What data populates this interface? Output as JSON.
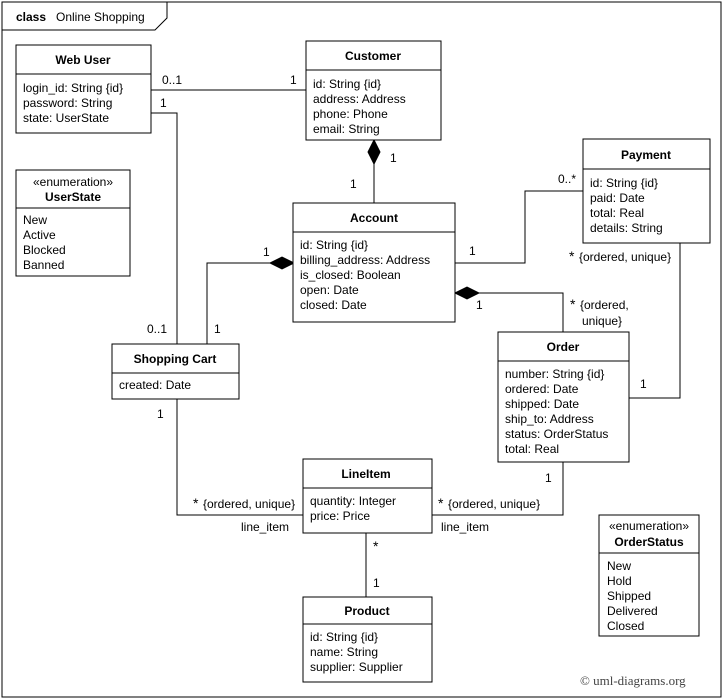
{
  "frame": {
    "keyword": "class",
    "name": "Online Shopping"
  },
  "classes": {
    "web_user": {
      "name": "Web User",
      "attributes": [
        "login_id: String {id}",
        "password: String",
        "state: UserState"
      ]
    },
    "customer": {
      "name": "Customer",
      "attributes": [
        "id: String {id}",
        "address: Address",
        "phone: Phone",
        "email: String"
      ]
    },
    "user_state": {
      "stereotype": "«enumeration»",
      "name": "UserState",
      "literals": [
        "New",
        "Active",
        "Blocked",
        "Banned"
      ]
    },
    "payment": {
      "name": "Payment",
      "attributes": [
        "id: String {id}",
        "paid: Date",
        "total: Real",
        "details: String"
      ]
    },
    "account": {
      "name": "Account",
      "attributes": [
        "id: String {id}",
        "billing_address: Address",
        "is_closed: Boolean",
        "open: Date",
        "closed: Date"
      ]
    },
    "shopping_cart": {
      "name": "Shopping Cart",
      "attributes": [
        "created: Date"
      ]
    },
    "order": {
      "name": "Order",
      "attributes": [
        "number: String {id}",
        "ordered: Date",
        "shipped: Date",
        "ship_to: Address",
        "status: OrderStatus",
        "total: Real"
      ]
    },
    "line_item": {
      "name": "LineItem",
      "attributes": [
        "quantity: Integer",
        "price: Price"
      ]
    },
    "product": {
      "name": "Product",
      "attributes": [
        "id: String {id}",
        "name: String",
        "supplier: Supplier"
      ]
    },
    "order_status": {
      "stereotype": "«enumeration»",
      "name": "OrderStatus",
      "literals": [
        "New",
        "Hold",
        "Shipped",
        "Delivered",
        "Closed"
      ]
    }
  },
  "labels": {
    "webuser_customer_webuser_end": "0..1",
    "webuser_customer_customer_end": "1",
    "webuser_cart_webuser_end": "1",
    "webuser_cart_cart_end": "0..1",
    "customer_account_customer_end": "1",
    "customer_account_account_end": "1",
    "account_cart_account_end": "1",
    "account_cart_cart_end": "1",
    "account_payment_account_end": "1",
    "account_payment_payment_end": "0..*",
    "account_order_account_end": "1",
    "account_order_order_end_star": "*",
    "account_order_order_end_line1": "{ordered,",
    "account_order_order_end_line2": "unique}",
    "payment_order_payment_end_star": "*",
    "payment_order_payment_end_text": "{ordered, unique}",
    "payment_order_order_end": "1",
    "cart_lineitem_cart_end": "1",
    "cart_lineitem_lineitem_end_star": "*",
    "cart_lineitem_lineitem_end_text": "{ordered, unique}",
    "cart_lineitem_role": "line_item",
    "order_lineitem_order_end": "1",
    "order_lineitem_lineitem_end_star": "*",
    "order_lineitem_lineitem_end_text": "{ordered, unique}",
    "order_lineitem_role": "line_item",
    "lineitem_product_lineitem_end": "*",
    "lineitem_product_product_end": "1"
  },
  "copyright": "© uml-diagrams.org"
}
